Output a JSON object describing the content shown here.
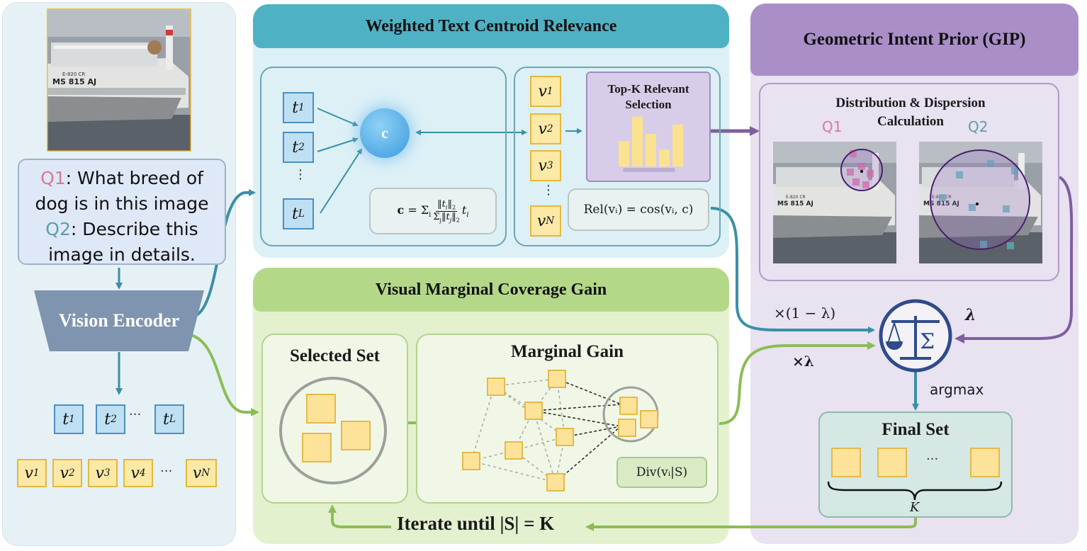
{
  "left_panel": {
    "q1_prefix": "Q1",
    "q1_text": ": What breed of dog is in this image",
    "q2_prefix": "Q2",
    "q2_text": ": Describe this image in details.",
    "encoder_label": "Vision Encoder",
    "text_tokens": [
      "t",
      "t",
      "t"
    ],
    "text_token_subs": [
      "1",
      "2",
      "L"
    ],
    "visual_tokens": [
      "v",
      "v",
      "v",
      "v",
      "v"
    ],
    "visual_token_subs": [
      "1",
      "2",
      "3",
      "4",
      "N"
    ],
    "ellipsis": "···"
  },
  "wtcr": {
    "title": "Weighted Text Centroid Relevance",
    "centroid_label": "c",
    "t_tokens": [
      "t",
      "t",
      "t"
    ],
    "t_subs": [
      "1",
      "2",
      "L"
    ],
    "v_tokens": [
      "v",
      "v",
      "v",
      "v"
    ],
    "v_subs": [
      "1",
      "2",
      "3",
      "N"
    ],
    "vdots": "⋮",
    "topk_title": "Top-K Relevant Selection",
    "topk_bars": [
      0.48,
      0.95,
      0.62,
      0.32,
      0.8
    ],
    "rel_formula": "Rel(vᵢ) = cos(vᵢ, c)"
  },
  "vmcg": {
    "title": "Visual Marginal Coverage Gain",
    "selected_set_title": "Selected Set",
    "marginal_gain_title": "Marginal Gain",
    "div_label": "Div(vᵢ|S)",
    "iterate_text": "Iterate until |S| = K"
  },
  "gip": {
    "title": "Geometric Intent Prior (GIP)",
    "inner_title": "Distribution & Dispersion Calculation",
    "q1_label": "Q1",
    "q2_label": "Q2"
  },
  "fusion": {
    "one_minus_lambda": "×(1 − λ)",
    "times_lambda": "×λ",
    "lambda": "λ",
    "argmax": "argmax",
    "final_set_title": "Final Set",
    "final_ellipsis": "···",
    "k_label": "K"
  },
  "colors": {
    "teal": "#4aa7ba",
    "green": "#8fc15a",
    "purple": "#8a6cab",
    "blue_token": "#bfe0f3",
    "yellow_token": "#fde9a6",
    "q1_pink": "#d67b95",
    "q2_teal": "#5c9fa6"
  }
}
